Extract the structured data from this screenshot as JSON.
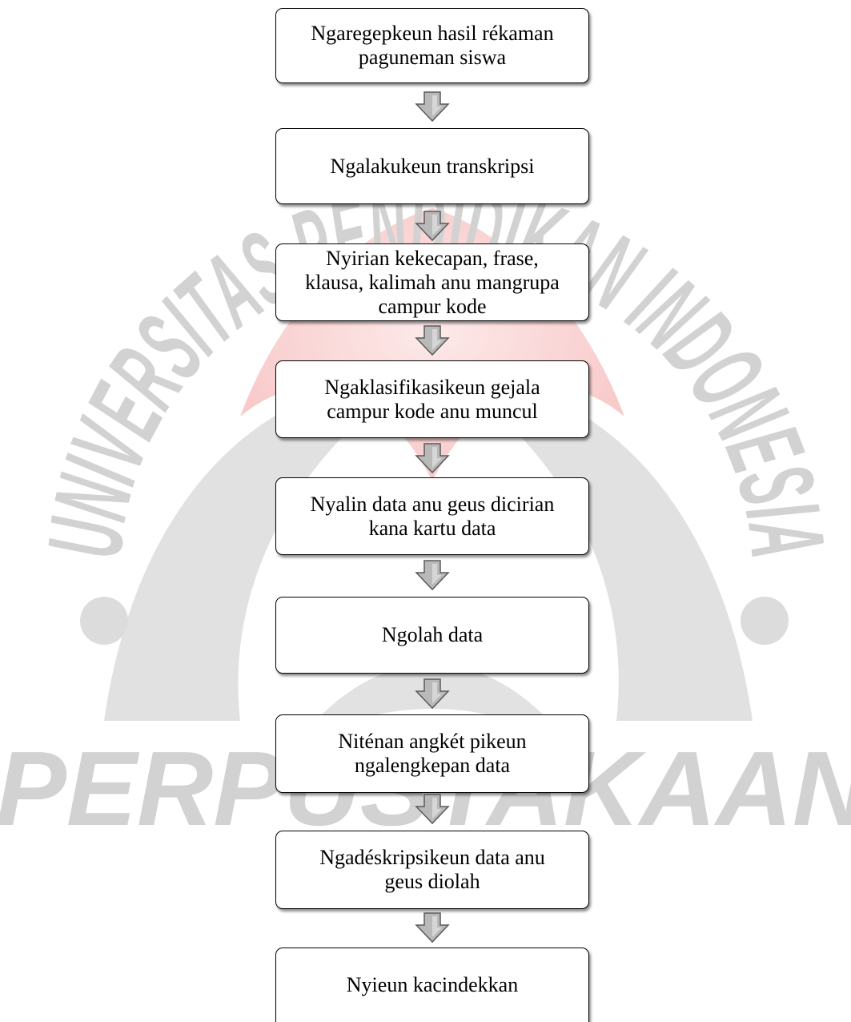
{
  "watermark": {
    "arc_text": "UNIVERSITAS PENDIDIKAN INDONESIA",
    "bottom_text": "PERPUSTAKAAN"
  },
  "flowchart": {
    "steps": [
      {
        "label": "Ngaregepkeun hasil rékaman\npaguneman siswa"
      },
      {
        "label": "Ngalakukeun transkripsi"
      },
      {
        "label": "Nyirian kekecapan, frase,\nklausa, kalimah anu mangrupa\ncampur kode"
      },
      {
        "label": "Ngaklasifikasikeun gejala\ncampur kode anu muncul"
      },
      {
        "label": "Nyalin data anu geus dicirian\nkana kartu data"
      },
      {
        "label": "Ngolah data"
      },
      {
        "label": "Niténan angkét pikeun\nngalengkepan data"
      },
      {
        "label": "Ngadéskripsikeun data anu\ngeus diolah"
      },
      {
        "label": "Nyieun kacindekkan"
      }
    ],
    "arrow_icon": "down-arrow-icon",
    "colors": {
      "box_border": "#000000",
      "arrow_fill": "#b9b9b9",
      "arrow_stroke": "#5a5a5a",
      "watermark_gray": "#d2d2d2",
      "watermark_red": "#f7c9c9"
    }
  }
}
